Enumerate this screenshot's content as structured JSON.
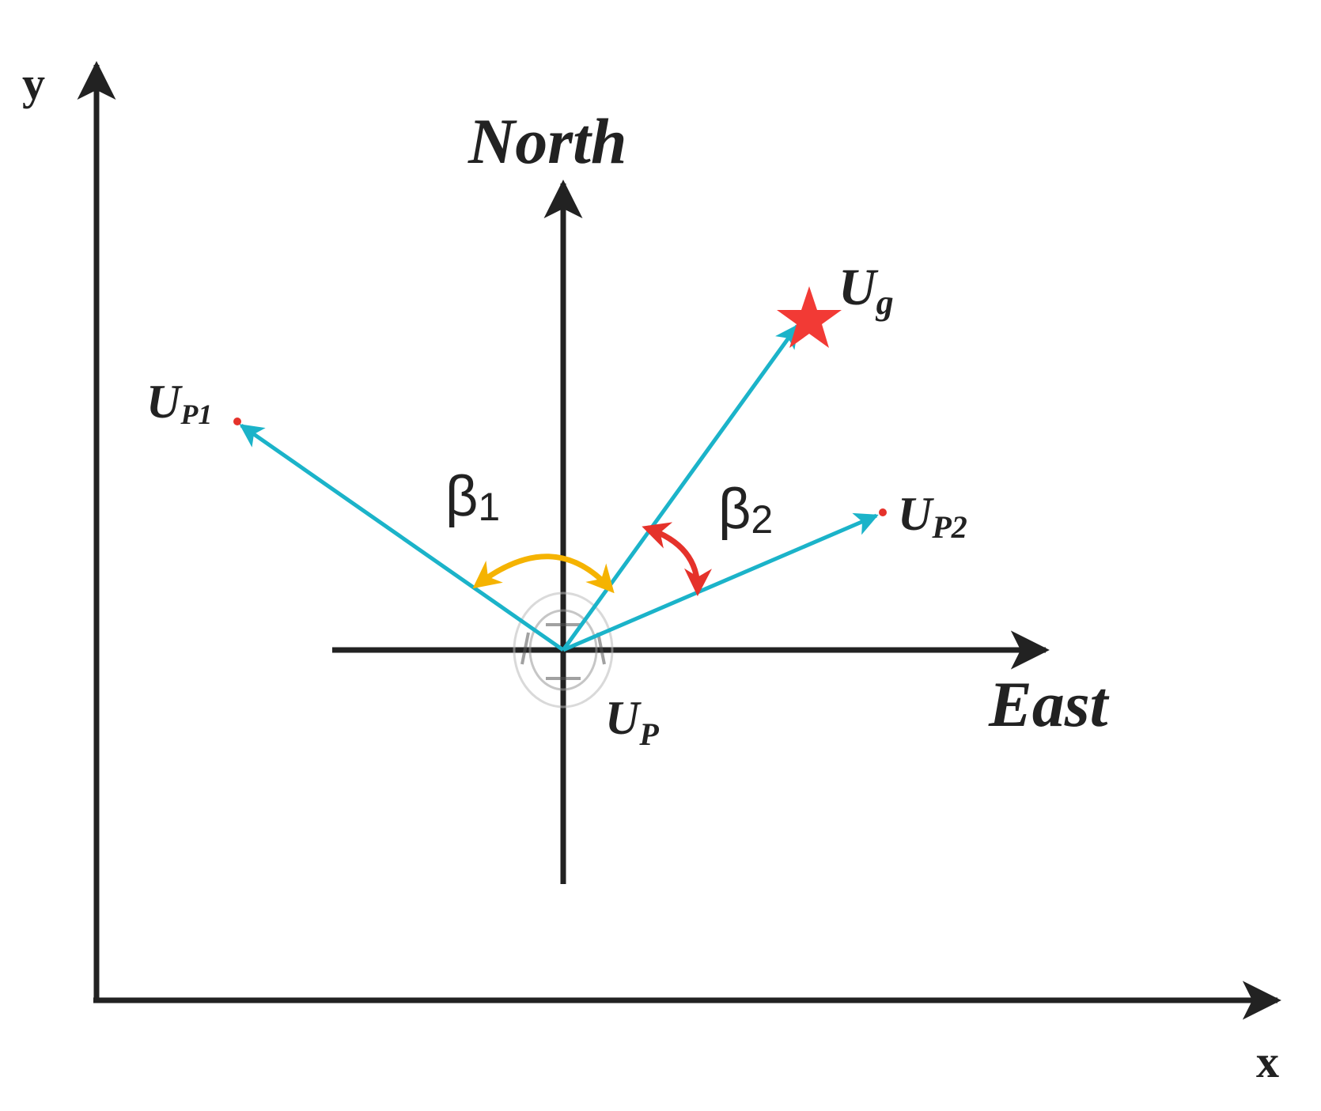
{
  "labels": {
    "y_axis": "y",
    "x_axis": "x",
    "north": "North",
    "east": "East",
    "ug": {
      "base": "U",
      "sub": "g"
    },
    "up": {
      "base": "U",
      "sub": "P"
    },
    "up1": {
      "base": "U",
      "sub": "P1"
    },
    "up2": {
      "base": "U",
      "sub": "P2"
    },
    "beta1": {
      "base": "β",
      "sub": "1"
    },
    "beta2": {
      "base": "β",
      "sub": "2"
    }
  },
  "colors": {
    "axis": "#222222",
    "vector": "#1BB3C9",
    "beta1_arc": "#F5B301",
    "beta2_arc": "#E5322B",
    "goal_star": "#F23A35",
    "point_dot": "#E5322B",
    "robot_icon": "#BBBBBB"
  },
  "icons": {
    "goal": "star-icon",
    "robot": "robot-icon"
  }
}
